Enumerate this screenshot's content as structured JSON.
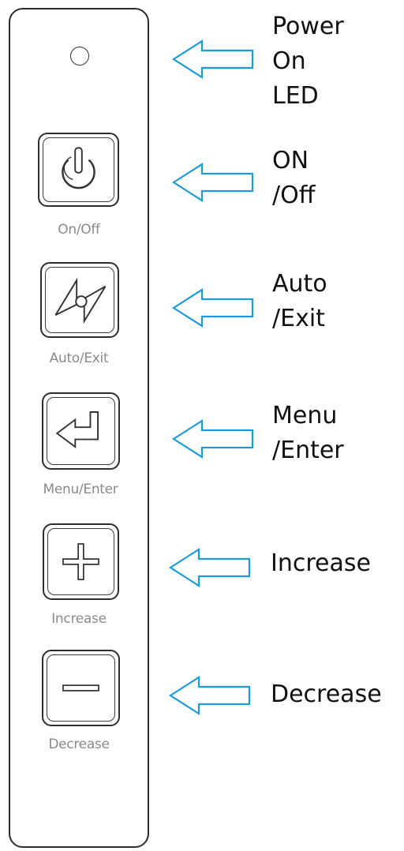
{
  "panel_buttons": [
    {
      "name": "power",
      "label": "On/Off",
      "icon": "power-icon"
    },
    {
      "name": "auto-exit",
      "label": "Auto/Exit",
      "icon": "auto-adjust-icon"
    },
    {
      "name": "menu-enter",
      "label": "Menu/Enter",
      "icon": "enter-arrow-icon"
    },
    {
      "name": "increase",
      "label": "Increase",
      "icon": "plus-icon"
    },
    {
      "name": "decrease",
      "label": "Decrease",
      "icon": "minus-icon"
    }
  ],
  "callouts": {
    "led": [
      "Power",
      "On",
      "LED"
    ],
    "power": [
      "ON",
      "/Off"
    ],
    "auto": [
      "Auto",
      "/Exit"
    ],
    "menu": [
      "Menu",
      "/Enter"
    ],
    "increase": [
      "Increase"
    ],
    "decrease": [
      "Decrease"
    ]
  },
  "colors": {
    "arrow_stroke": "#1e9ad6",
    "panel_stroke": "#2b2b2b",
    "button_label": "#8a8a8a"
  }
}
